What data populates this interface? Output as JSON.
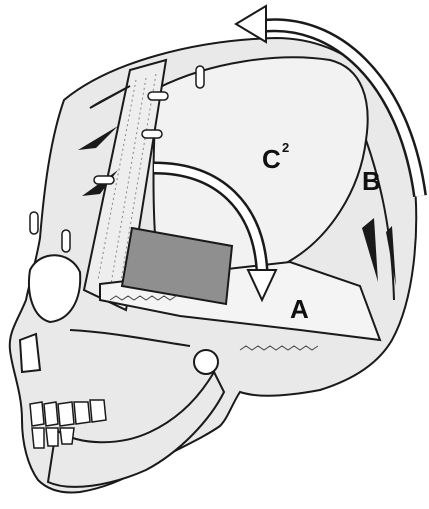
{
  "labels": {
    "a": "A",
    "b": "B",
    "c_base": "C",
    "c_sup": "2"
  },
  "colors": {
    "line": "#1a1a1a",
    "skull_fill": "#e9e9e9",
    "flap_fill": "#f2f2f2",
    "dark_window": "#8f8f8f",
    "background": "#ffffff"
  }
}
